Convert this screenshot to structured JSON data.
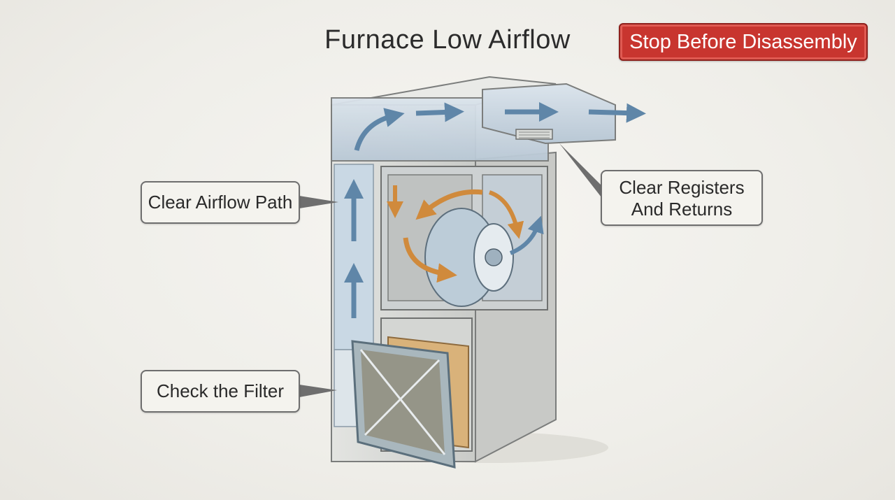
{
  "title": "Furnace Low Airflow",
  "warning": "Stop Before Disassembly",
  "callouts": {
    "airflow_path": "Clear Airflow Path",
    "registers": [
      "Clear Registers",
      "And Returns"
    ],
    "filter": "Check the Filter"
  },
  "colors": {
    "warning_red": "#c8352f",
    "airflow_blue": "#5f86a8",
    "warm_air_orange": "#d08a3c",
    "panel_gray": "#d4d5d2"
  }
}
